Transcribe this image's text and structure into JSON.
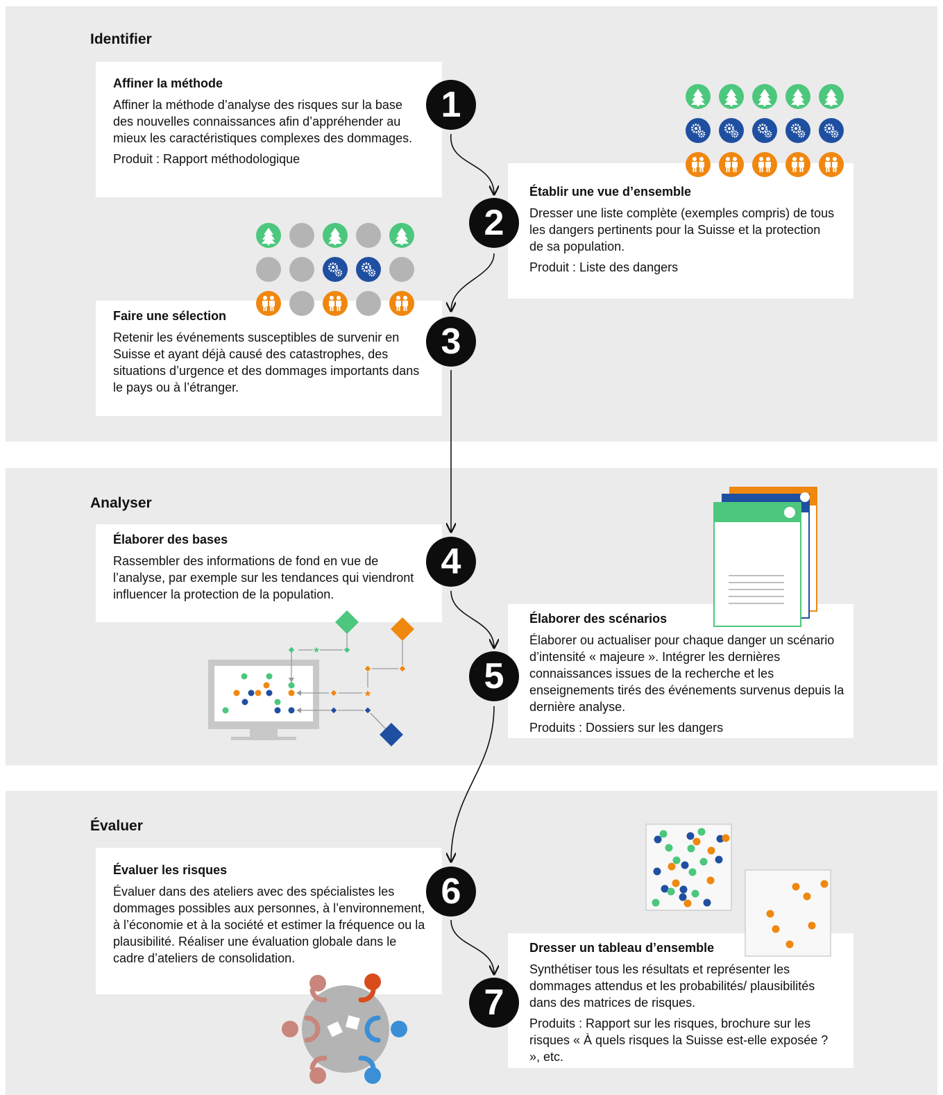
{
  "sections": [
    {
      "title": "Identifier"
    },
    {
      "title": "Analyser"
    },
    {
      "title": "Évaluer"
    }
  ],
  "steps": [
    {
      "number": "1",
      "title": "Affiner la méthode",
      "body": "Affiner la méthode d’analyse des risques sur la base des nouvelles connaissances afin d’appréhender au mieux les caractéristiques complexes des dommages.",
      "product": "Produit : Rapport méthodologique"
    },
    {
      "number": "2",
      "title": "Établir une vue d’ensemble",
      "body": "Dresser une liste complète (exemples compris) de tous les dangers pertinents pour la Suisse et la protection de sa population.",
      "product": "Produit : Liste des dangers"
    },
    {
      "number": "3",
      "title": "Faire une sélection",
      "body": "Retenir les événements susceptibles de survenir en Suisse et ayant déjà causé des catastrophes, des situations d’urgence et des dommages importants dans le pays ou à l’étranger.",
      "product": ""
    },
    {
      "number": "4",
      "title": "Élaborer des bases",
      "body": "Rassembler des informations de fond en vue de l’analyse, par exemple sur les tendances qui viendront influencer la protection de la population.",
      "product": ""
    },
    {
      "number": "5",
      "title": "Élaborer des scénarios",
      "body": "Élaborer ou actualiser pour chaque danger un scénario d’intensité « majeure ». Intégrer les dernières connaissances issues de la recherche et les enseignements tirés des événements survenus depuis la dernière analyse.",
      "product": "Produits : Dossiers sur les dangers"
    },
    {
      "number": "6",
      "title": "Évaluer les risques",
      "body": "Évaluer dans des ateliers avec des spécialistes les dommages possibles aux personnes, à l’environnement, à l’économie et à la société et estimer la fréquence ou la plausibilité. Réaliser une évaluation globale dans le cadre d’ateliers de consolidation.",
      "product": ""
    },
    {
      "number": "7",
      "title": "Dresser un tableau d’ensemble",
      "body": "Synthétiser tous les résultats et représenter les dommages attendus et les probabilités/ plausibilités dans des matrices de risques.",
      "product": "Produits : Rapport sur les risques, brochure sur les risques « À quels risques la Suisse est-elle exposée ? », etc."
    }
  ],
  "colors": {
    "green": "#4cc77d",
    "blue": "#1f4fa0",
    "orange": "#f0870f",
    "grey": "#b4b4b4",
    "section_bg": "#ebebeb",
    "step_circle": "#0d0d0d"
  },
  "icons": {
    "environment": "tree-icon",
    "economy": "gears-icon",
    "society": "people-icon"
  },
  "hazard_grid_full": [
    [
      "environment",
      "environment",
      "environment",
      "environment",
      "environment"
    ],
    [
      "economy",
      "economy",
      "economy",
      "economy",
      "economy"
    ],
    [
      "society",
      "society",
      "society",
      "society",
      "society"
    ]
  ],
  "hazard_grid_selected": [
    [
      "environment",
      "none",
      "environment",
      "none",
      "environment"
    ],
    [
      "none",
      "none",
      "economy",
      "economy",
      "none"
    ],
    [
      "society",
      "none",
      "society",
      "none",
      "society"
    ]
  ]
}
